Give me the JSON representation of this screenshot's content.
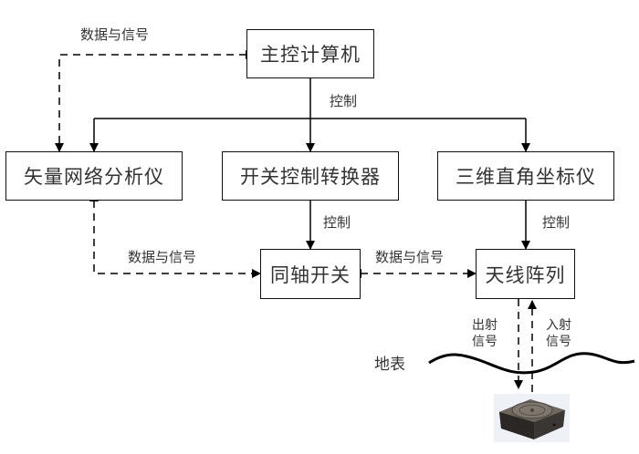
{
  "nodes": {
    "main_computer": "主控计算机",
    "vna": "矢量网络分析仪",
    "switch_controller": "开关控制转换器",
    "coordinate_instrument": "三维直角坐标仪",
    "coax_switch": "同轴开关",
    "antenna_array": "天线阵列"
  },
  "labels": {
    "data_signal_top": "数据与信号",
    "control_main": "控制",
    "control_switch": "控制",
    "control_antenna": "控制",
    "data_signal_left": "数据与信号",
    "data_signal_right": "数据与信号",
    "outgoing_signal_1": "出射",
    "outgoing_signal_2": "信号",
    "incoming_signal_1": "入射",
    "incoming_signal_2": "信号",
    "ground_surface": "地表"
  },
  "edges": [
    {
      "from": "main_computer",
      "to": "vna",
      "label": "数据与信号",
      "style": "dashed",
      "bidirectional": true
    },
    {
      "from": "main_computer",
      "to": "vna",
      "label": "控制",
      "style": "solid"
    },
    {
      "from": "main_computer",
      "to": "switch_controller",
      "label": "控制",
      "style": "solid"
    },
    {
      "from": "main_computer",
      "to": "coordinate_instrument",
      "label": "控制",
      "style": "solid"
    },
    {
      "from": "switch_controller",
      "to": "coax_switch",
      "label": "控制",
      "style": "solid"
    },
    {
      "from": "coordinate_instrument",
      "to": "antenna_array",
      "label": "控制",
      "style": "solid"
    },
    {
      "from": "vna",
      "to": "coax_switch",
      "label": "数据与信号",
      "style": "dashed",
      "bidirectional": true
    },
    {
      "from": "coax_switch",
      "to": "antenna_array",
      "label": "数据与信号",
      "style": "dashed",
      "bidirectional": true
    },
    {
      "from": "antenna_array",
      "to": "buried_target",
      "label": "出射信号",
      "style": "dashed"
    },
    {
      "from": "buried_target",
      "to": "antenna_array",
      "label": "入射信号",
      "style": "dashed"
    }
  ]
}
